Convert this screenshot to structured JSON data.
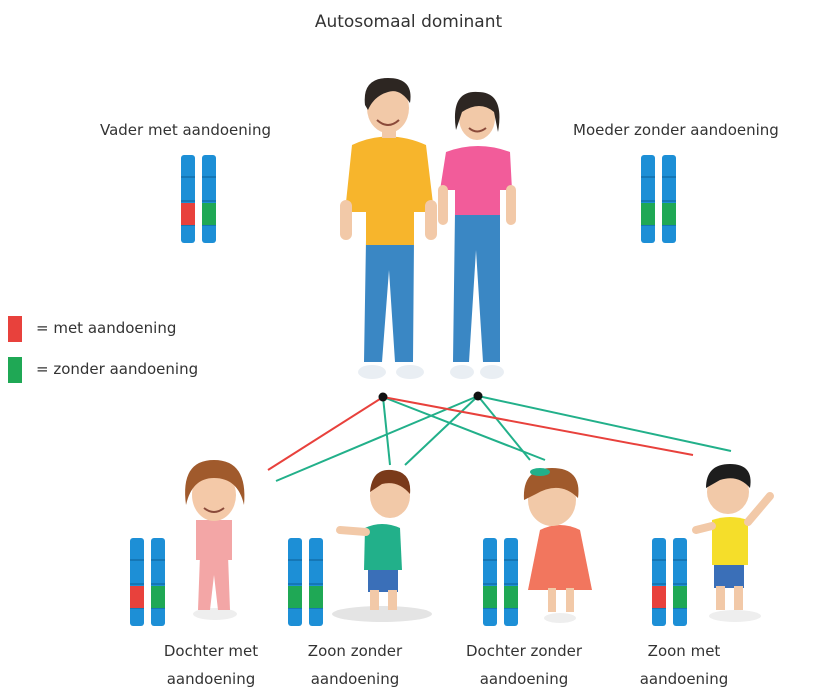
{
  "title": "Autosomaal dominant",
  "parents": {
    "father": {
      "label": "Vader met aandoening",
      "alleles": [
        "affected",
        "unaffected"
      ]
    },
    "mother": {
      "label": "Moeder zonder aandoening",
      "alleles": [
        "unaffected",
        "unaffected"
      ]
    }
  },
  "legend": [
    {
      "label": "= met aandoening",
      "color": "#e8413c"
    },
    {
      "label": "= zonder aandoening",
      "color": "#1fa855"
    }
  ],
  "children": [
    {
      "label": "Dochter met aandoening",
      "alleles": [
        "affected",
        "unaffected"
      ]
    },
    {
      "label": "Zoon zonder aandoening",
      "alleles": [
        "unaffected",
        "unaffected"
      ]
    },
    {
      "label": "Dochter zonder aandoening",
      "alleles": [
        "unaffected",
        "unaffected"
      ]
    },
    {
      "label": "Zoon met aandoening",
      "alleles": [
        "affected",
        "unaffected"
      ]
    }
  ],
  "colors": {
    "chromosome": "#1d8fd6",
    "affected": "#e8413c",
    "unaffected": "#1fa855",
    "father_shirt": "#f7b52c",
    "mother_shirt": "#f25c9a",
    "jeans": "#3a87c4"
  }
}
